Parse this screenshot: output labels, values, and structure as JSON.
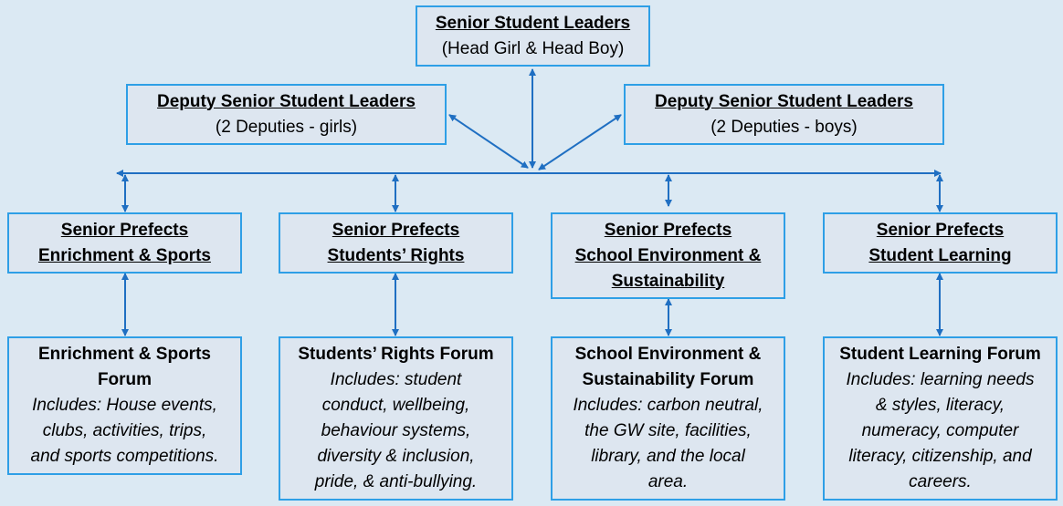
{
  "top": {
    "title": "Senior Student Leaders",
    "subtitle": "(Head Girl & Head Boy)"
  },
  "deputies": [
    {
      "title": "Deputy Senior Student Leaders",
      "subtitle": "(2 Deputies - girls)"
    },
    {
      "title": "Deputy Senior Student Leaders",
      "subtitle": "(2 Deputies - boys)"
    }
  ],
  "prefects": [
    {
      "line1": "Senior Prefects",
      "line2": "Enrichment & Sports"
    },
    {
      "line1": "Senior Prefects",
      "line2": "Students’ Rights"
    },
    {
      "line1": "Senior Prefects",
      "line2": "School Environment &",
      "line3": "Sustainability"
    },
    {
      "line1": "Senior Prefects",
      "line2": "Student Learning"
    }
  ],
  "forums": [
    {
      "heading": [
        "Enrichment & Sports",
        "Forum"
      ],
      "desc": [
        "Includes: House events,",
        "clubs, activities, trips,",
        "and sports competitions."
      ]
    },
    {
      "heading": [
        "Students’ Rights Forum"
      ],
      "desc": [
        "Includes: student",
        "conduct, wellbeing,",
        "behaviour systems,",
        "diversity & inclusion,",
        "pride, & anti-bullying."
      ]
    },
    {
      "heading": [
        "School Environment &",
        "Sustainability Forum"
      ],
      "desc": [
        "Includes: carbon neutral,",
        "the GW site, facilities,",
        "library, and  the local",
        "area."
      ]
    },
    {
      "heading": [
        "Student Learning Forum"
      ],
      "desc": [
        "Includes: learning needs",
        "& styles, literacy,",
        "numeracy, computer",
        "literacy, citizenship, and",
        "careers."
      ]
    }
  ],
  "colors": {
    "background": "#dbe9f3",
    "box_fill": "#dde6f0",
    "border": "#2e9fe6",
    "connector": "#1f6fc2"
  }
}
